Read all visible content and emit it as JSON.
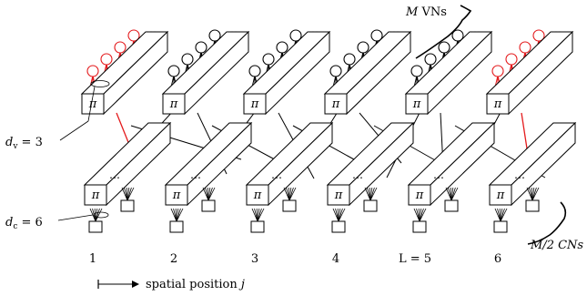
{
  "positions": [
    {
      "index_label": "1",
      "top_pi": "π",
      "bottom_pi": "π",
      "highlight": true
    },
    {
      "index_label": "2",
      "top_pi": "π",
      "bottom_pi": "π",
      "highlight": false
    },
    {
      "index_label": "3",
      "top_pi": "π",
      "bottom_pi": "π",
      "highlight": false
    },
    {
      "index_label": "4",
      "top_pi": "π",
      "bottom_pi": "π",
      "highlight": false
    },
    {
      "index_label": "L = 5",
      "top_pi": "π",
      "bottom_pi": "π",
      "highlight": false
    },
    {
      "index_label": "6",
      "top_pi": "π",
      "bottom_pi": "π",
      "highlight": true
    }
  ],
  "labels": {
    "dv": "d",
    "dv_sub": "v",
    "dv_val": " = 3",
    "dc": "d",
    "dc_sub": "c",
    "dc_val": " = 6",
    "vn_M": "M",
    "vn_text": " VNs",
    "cn_text": "M/2 CNs",
    "spatial_prefix": "spatial position ",
    "spatial_var": "j",
    "ellipsis": "…"
  },
  "colors": {
    "ink": "#000000",
    "highlight": "#e41a1c"
  }
}
